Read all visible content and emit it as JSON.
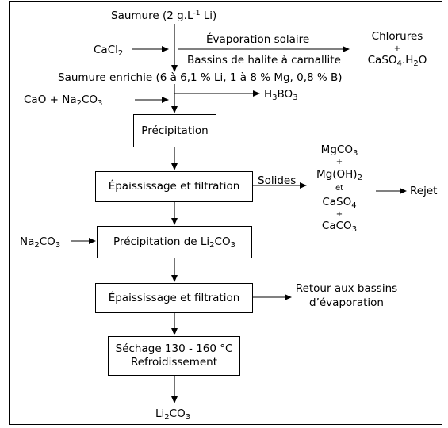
{
  "diagram": {
    "saumure_a": "Saumure (2 g.L",
    "saumure_sup": "-1",
    "saumure_b": " Li)",
    "cacl2_a": "CaCl",
    "cacl2_sub": "2",
    "evap_solaire": "Évaporation solaire",
    "bassins_halite": "Bassins de halite à carnallite",
    "chlorures": "Chlorures",
    "plus": "+",
    "caso4_a": "CaSO",
    "caso4_sub": "4",
    "caso4_b": ".H",
    "caso4_sub2": "2",
    "caso4_c": "O",
    "saumure_enrichie": "Saumure enrichie (6 à 6,1 % Li, 1 à 8 % Mg, 0,8 % B)",
    "cao_a": "CaO + Na",
    "cao_sub": "2",
    "cao_b": "CO",
    "cao_sub2": "3",
    "h3bo3_a": "H",
    "h3bo3_sub": "3",
    "h3bo3_b": "BO",
    "h3bo3_sub2": "3",
    "precipitation": "Précipitation",
    "epaississage_1": "Épaississage et filtration",
    "solides": "Solides",
    "mgco3_a": "MgCO",
    "mgco3_sub": "3",
    "mgoh2_a": "Mg(OH)",
    "mgoh2_sub": "2",
    "et": "et",
    "caso4s_a": "CaSO",
    "caso4s_sub": "4",
    "caco3_a": "CaCO",
    "caco3_sub": "3",
    "rejet": "Rejet",
    "na2co3_a": "Na",
    "na2co3_sub": "2",
    "na2co3_b": "CO",
    "na2co3_sub2": "3",
    "precip_li_a": "Précipitation de Li",
    "precip_li_sub": "2",
    "precip_li_b": "CO",
    "precip_li_sub2": "3",
    "epaississage_2": "Épaississage et filtration",
    "retour_1": "Retour aux bassins",
    "retour_2": "d’évaporation",
    "sechage_1": "Séchage 130 - 160 °C",
    "sechage_2": "Refroidissement",
    "li2co3_a": "Li",
    "li2co3_sub": "2",
    "li2co3_b": "CO",
    "li2co3_sub2": "3"
  }
}
